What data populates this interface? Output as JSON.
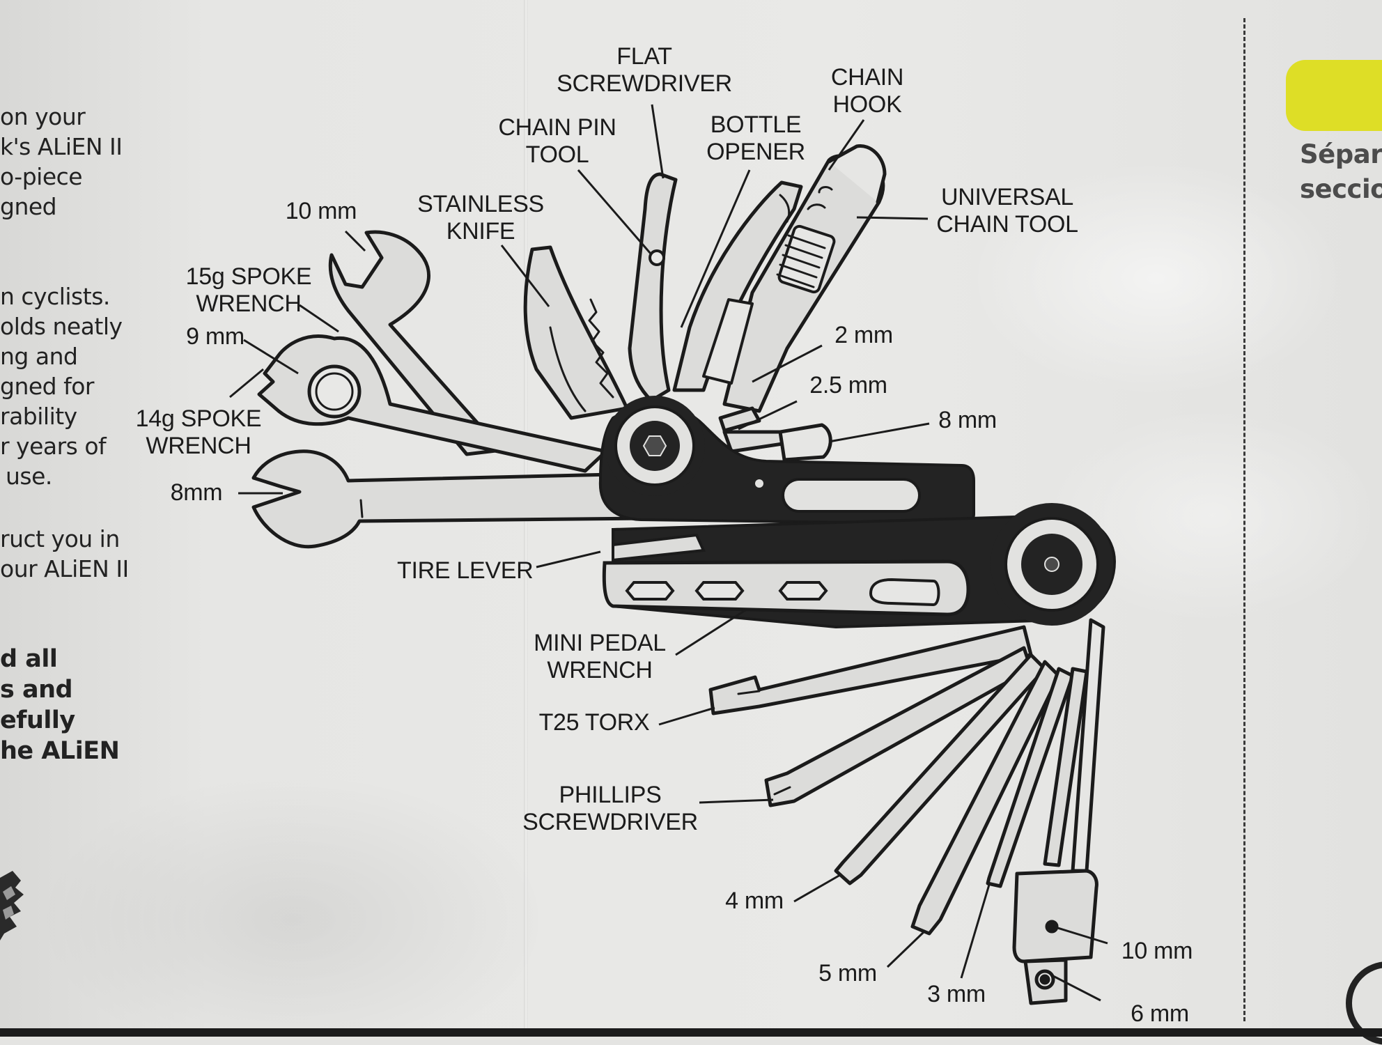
{
  "left_column": {
    "paragraph_1": [
      "on your",
      "k's ALiEN II",
      "o-piece",
      "gned"
    ],
    "paragraph_2": [
      "n cyclists.",
      "olds neatly",
      "ng and",
      "gned for",
      "rability",
      "r years of",
      "use."
    ],
    "paragraph_3": [
      "ruct you in",
      "our ALiEN II"
    ],
    "bold_paragraph": [
      "d all",
      "s and",
      "efully",
      "he ALiEN"
    ]
  },
  "right_column": {
    "lines": [
      "Sépar",
      "seccio"
    ],
    "accent_color": "#dede26"
  },
  "tool_labels": {
    "flat_screwdriver": [
      "FLAT",
      "SCREWDRIVER"
    ],
    "chain_hook": [
      "CHAIN",
      "HOOK"
    ],
    "chain_pin_tool": [
      "CHAIN PIN",
      "TOOL"
    ],
    "bottle_opener": [
      "BOTTLE",
      "OPENER"
    ],
    "universal_chain_tool": [
      "UNIVERSAL",
      "CHAIN TOOL"
    ],
    "stainless_knife": [
      "STAINLESS",
      "KNIFE"
    ],
    "wrench_10mm": [
      "10 mm"
    ],
    "spoke_wrench_15g": [
      "15g SPOKE",
      "WRENCH"
    ],
    "wrench_9mm": [
      "9 mm"
    ],
    "spoke_wrench_14g": [
      "14g SPOKE",
      "WRENCH"
    ],
    "wrench_8mm": [
      "8mm"
    ],
    "hex_2mm": [
      "2 mm"
    ],
    "hex_2_5mm": [
      "2.5 mm"
    ],
    "hex_8mm": [
      "8 mm"
    ],
    "tire_lever": [
      "TIRE LEVER"
    ],
    "mini_pedal_wrench": [
      "MINI PEDAL",
      "WRENCH"
    ],
    "t25_torx": [
      "T25 TORX"
    ],
    "phillips_screwdriver": [
      "PHILLIPS",
      "SCREWDRIVER"
    ],
    "hex_4mm": [
      "4 mm"
    ],
    "hex_5mm": [
      "5 mm"
    ],
    "hex_3mm": [
      "3 mm"
    ],
    "socket_10mm": [
      "10 mm"
    ],
    "hex_6mm": [
      "6 mm"
    ]
  },
  "colors": {
    "ink": "#1b1b1b",
    "paper": "#e6e6e4",
    "tool_fill": "#dcdcda",
    "body_dark": "#222222"
  }
}
